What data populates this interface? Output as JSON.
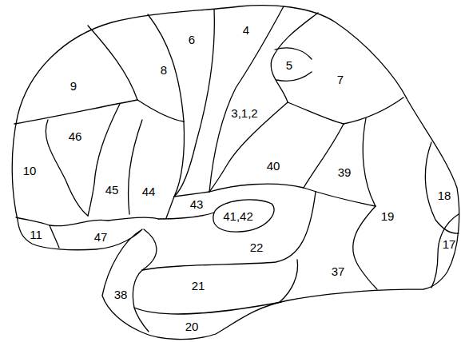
{
  "diagram": {
    "labels": [
      "9",
      "8",
      "6",
      "4",
      "5",
      "7",
      "46",
      "3,1,2",
      "10",
      "40",
      "39",
      "45",
      "44",
      "43",
      "41,42",
      "18",
      "19",
      "11",
      "47",
      "22",
      "17",
      "37",
      "21",
      "38",
      "20"
    ]
  }
}
